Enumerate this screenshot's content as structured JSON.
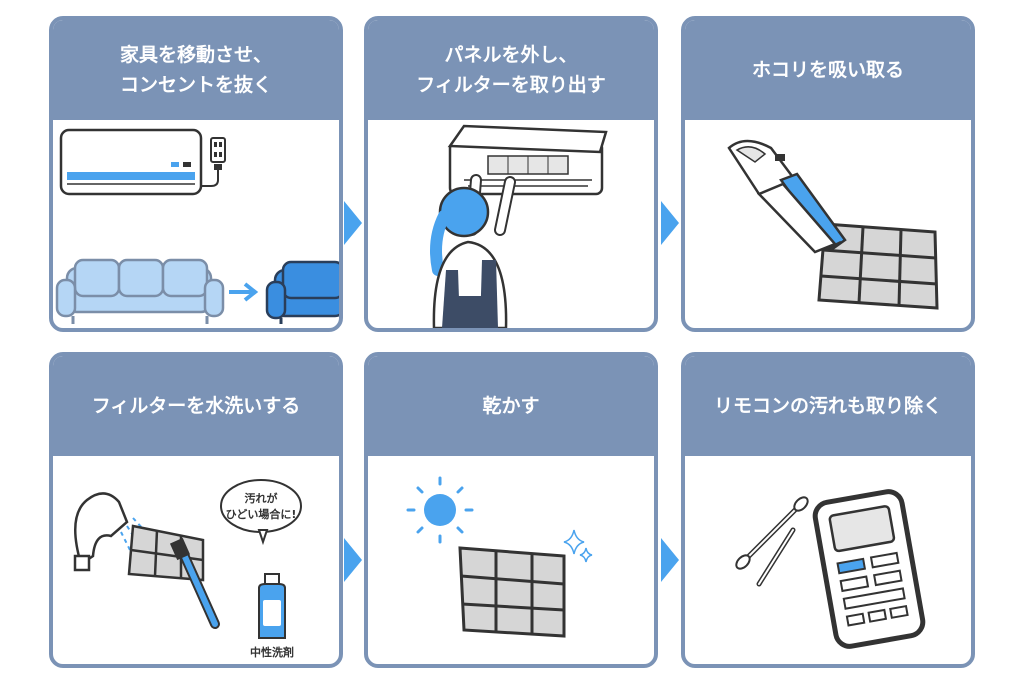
{
  "colors": {
    "header": "#7b93b6",
    "accent": "#4aa3ee",
    "outline": "#333333"
  },
  "steps": [
    {
      "title": "家具を移動させ、\nコンセントを抜く",
      "illustration": "aircon-outlet-sofa-icon"
    },
    {
      "title": "パネルを外し、\nフィルターを取り出す",
      "illustration": "person-opening-aircon-icon"
    },
    {
      "title": "ホコリを吸い取る",
      "illustration": "handheld-vacuum-filter-icon"
    },
    {
      "title": "フィルターを水洗いする",
      "illustration": "shower-brush-detergent-icon"
    },
    {
      "title": "乾かす",
      "illustration": "sun-drying-filter-icon"
    },
    {
      "title": "リモコンの汚れも取り除く",
      "illustration": "remote-cotton-swab-icon"
    }
  ],
  "bubble": {
    "line1": "汚れが",
    "line2": "ひどい場合に!"
  },
  "bottle_label": "中性洗剤"
}
